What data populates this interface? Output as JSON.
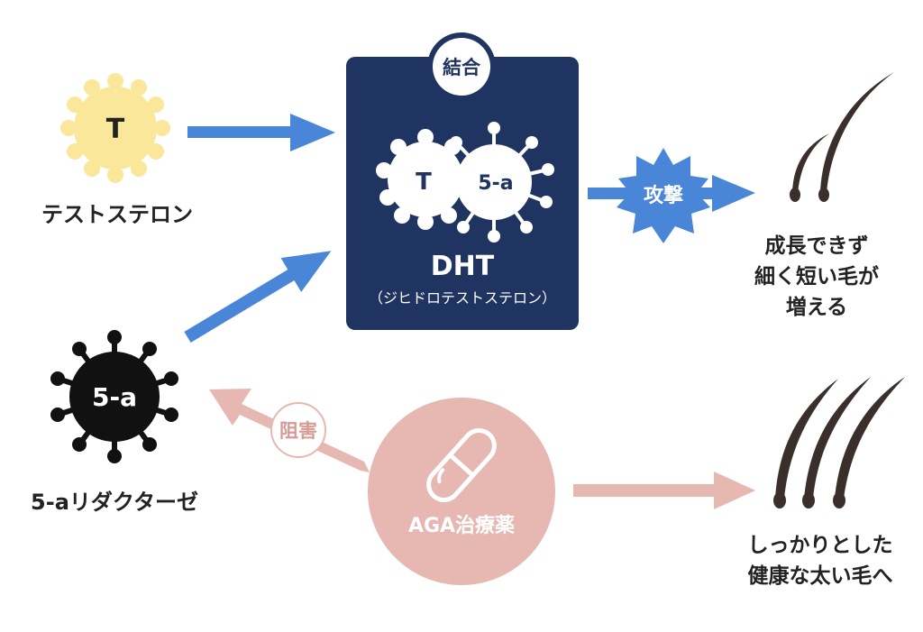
{
  "testosterone": {
    "symbol": "T",
    "label": "テストステロン"
  },
  "enzyme": {
    "symbol": "5-a",
    "label": "5-aリダクターゼ"
  },
  "dht_box": {
    "badge": "結合",
    "inner_t": "T",
    "inner_5a": "5-a",
    "title": "DHT",
    "subtitle": "（ジヒドロテストステロン）"
  },
  "attack": {
    "label": "攻撃"
  },
  "result_bad": {
    "lines": [
      "成長できず",
      "細く短い毛が",
      "増える"
    ]
  },
  "inhibit": {
    "label": "阻害"
  },
  "drug": {
    "label": "AGA治療薬"
  },
  "result_good": {
    "lines": [
      "しっかりとした",
      "健康な太い毛へ"
    ]
  },
  "colors": {
    "navy": "#1f3461",
    "blue_arrow": "#4a86d8",
    "pink": "#e7b7b2",
    "pink_text": "#d79a94",
    "yellow": "#fbe79a",
    "black": "#111111",
    "hair": "#3a2f2b"
  }
}
